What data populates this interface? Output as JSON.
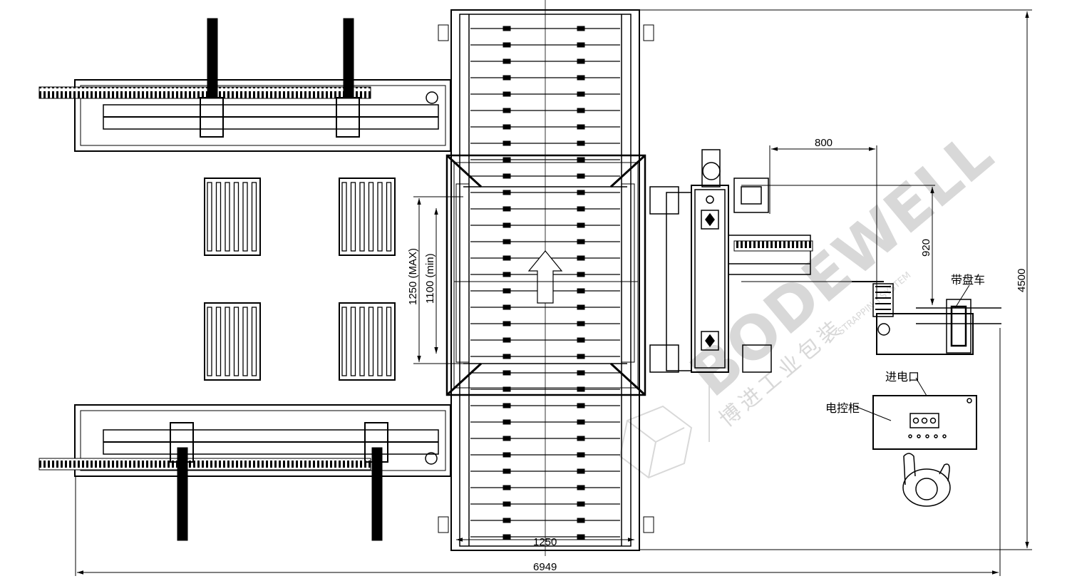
{
  "dimensions": {
    "total_width": "6949",
    "total_height": "4500",
    "conveyor_width": "1250",
    "dim_800": "800",
    "dim_920": "920",
    "max_width": "1250 (MAX)",
    "min_width": "1100 (min)"
  },
  "labels": {
    "strapping_reel": "带盘车",
    "power_inlet": "进电口",
    "control_cabinet": "电控柜"
  },
  "watermark": {
    "brand": "BODEWELL",
    "tagline": "STRAPPING SYSTEM",
    "chinese": "博进工业包装"
  },
  "colors": {
    "line": "#000000",
    "watermark": "#d8d8d8",
    "background": "#ffffff"
  }
}
